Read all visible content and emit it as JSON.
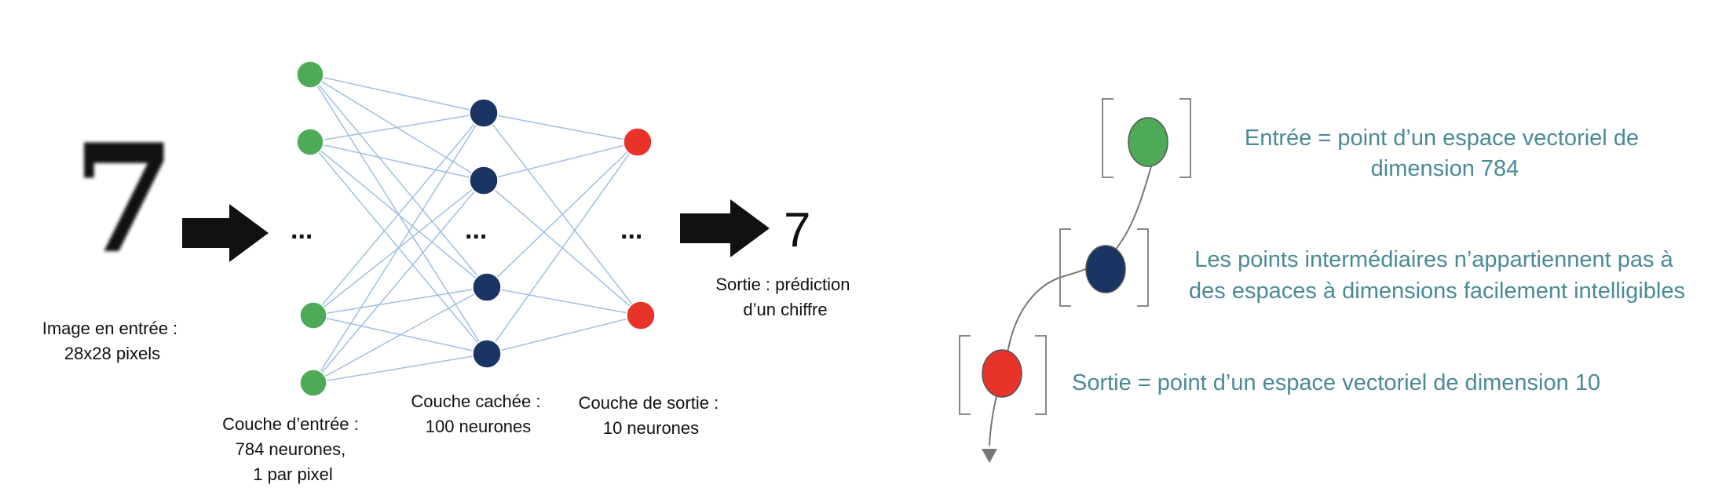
{
  "input_digit": "7",
  "left_panel": {
    "input_image_label": [
      "Image en entrée :",
      "28x28 pixels"
    ],
    "input_layer_label": [
      "Couche d’entrée :",
      "784 neurones,",
      "1 par pixel"
    ],
    "hidden_layer_label": [
      "Couche cachée :",
      "100 neurones"
    ],
    "output_layer_label": [
      "Couche de sortie :",
      "10 neurones"
    ],
    "ellipsis": "...",
    "prediction_digit": "7",
    "prediction_label": [
      "Sortie : prédiction",
      "d’un chiffre"
    ]
  },
  "right_panel": {
    "input_point_text": [
      "Entrée = point d’un espace vectoriel de",
      "dimension 784"
    ],
    "intermediate_point_text": [
      "Les points intermédiaires n’appartiennent pas à",
      "des espaces à dimensions facilement intelligibles"
    ],
    "output_point_text": [
      "Sortie = point d’un espace vectoriel de dimension 10"
    ]
  },
  "colors": {
    "input_neuron": "#4daa57",
    "hidden_neuron": "#1a3463",
    "output_neuron": "#e8332a",
    "connection": "#9fbfe3",
    "teal_text": "#4a8a96",
    "arrow": "#111111"
  }
}
